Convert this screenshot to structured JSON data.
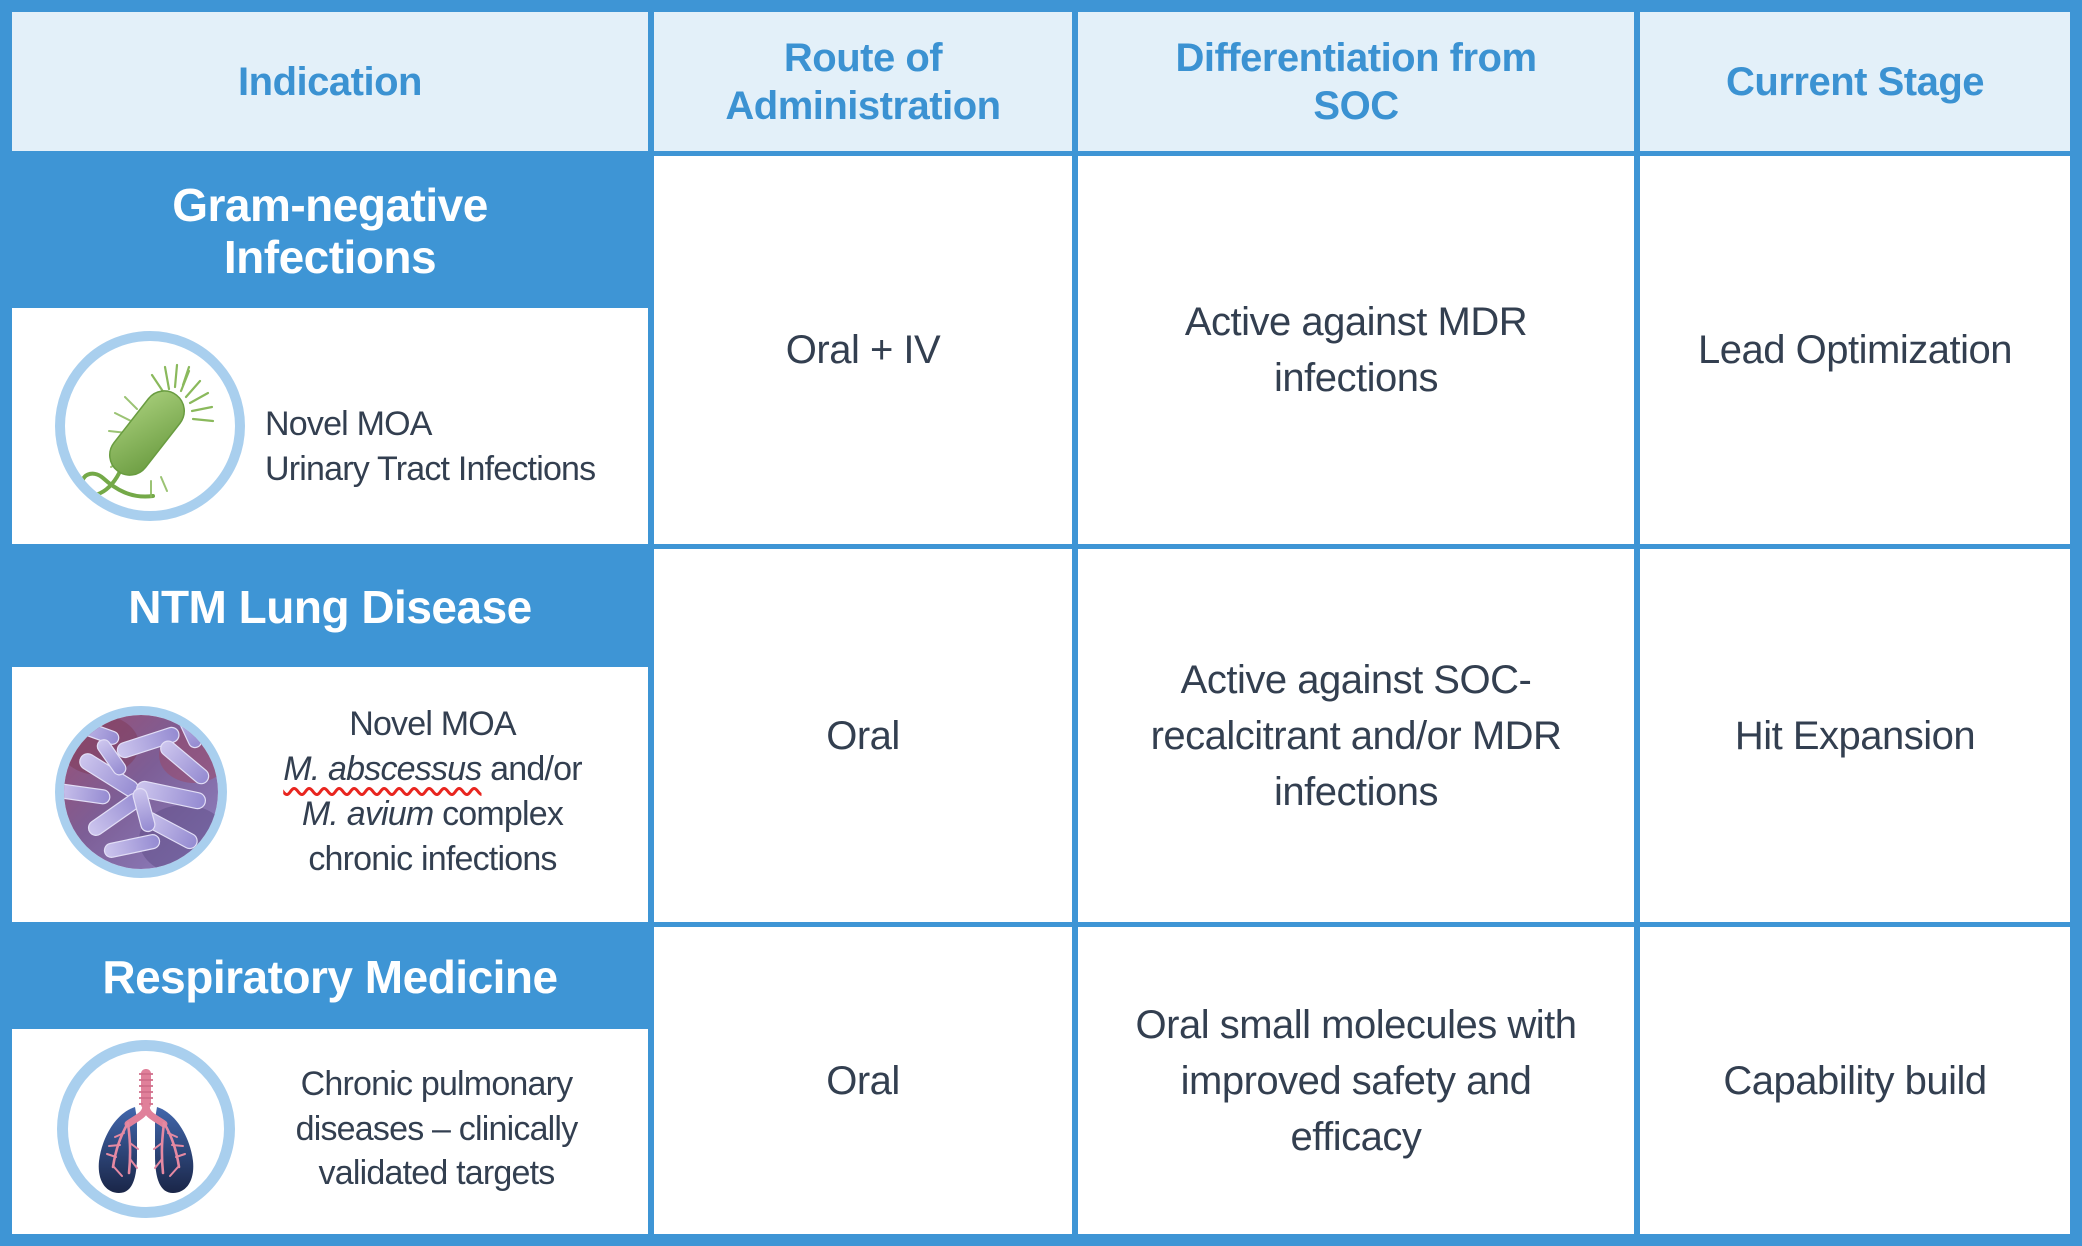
{
  "colors": {
    "accent_blue": "#3E95D5",
    "header_bg": "#E3F0F9",
    "header_text": "#3B92D2",
    "band_text": "#FFFFFF",
    "body_text": "#333F50",
    "circle_ring": "#A9CFEE",
    "spellcheck_underline": "#E8251F",
    "bacterium_green": "#7FAF4E",
    "ntm_purple": "#9B91D4",
    "lungs_blue": "#23386E",
    "bronchi_pink": "#E0809A"
  },
  "header": {
    "indication": "Indication",
    "route_line1": "Route of",
    "route_line2": "Administration",
    "differentiation_line1": "Differentiation from",
    "differentiation_line2": "SOC",
    "stage": "Current Stage"
  },
  "rows": [
    {
      "category_line1": "Gram-negative",
      "category_line2": "Infections",
      "image": "green-rod-bacterium-image",
      "note_line1": "Novel MOA",
      "note_line2": "Urinary Tract Infections",
      "route": "Oral + IV",
      "differentiation": "Active against MDR infections",
      "stage": "Lead Optimization"
    },
    {
      "category_line1": "NTM Lung Disease",
      "category_line2": "",
      "image": "purple-ntm-bacteria-image",
      "note_line1": "Novel MOA",
      "note_line2_italic": "M. abscessus",
      "note_line2_rest": " and/or",
      "note_line3_italic": "M. avium",
      "note_line3_rest": " complex",
      "note_line4": "chronic infections",
      "route": "Oral",
      "differentiation": "Active against SOC-recalcitrant and/or MDR infections",
      "stage": "Hit Expansion"
    },
    {
      "category_line1": "Respiratory Medicine",
      "category_line2": "",
      "image": "lungs-bronchi-image",
      "note_line1": "Chronic pulmonary",
      "note_line2": "diseases – clinically",
      "note_line3": "validated targets",
      "route": "Oral",
      "differentiation": "Oral small molecules with improved safety and efficacy",
      "stage": "Capability build"
    }
  ]
}
